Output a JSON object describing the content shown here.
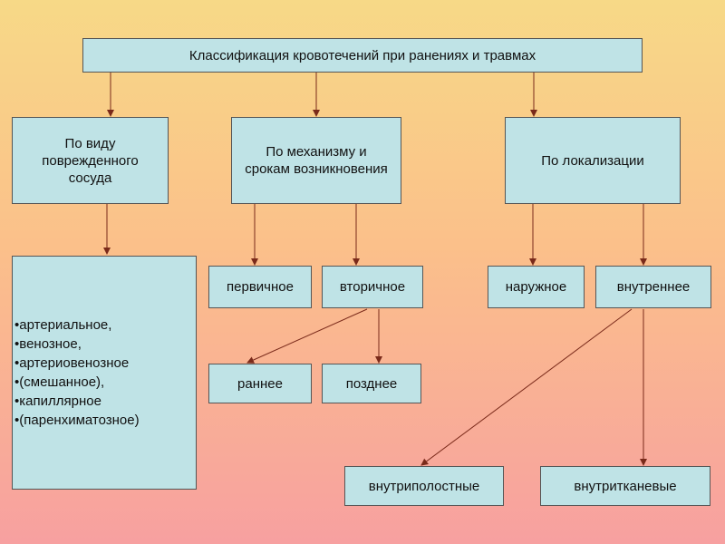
{
  "diagram": {
    "title": "Классификация кровотечений при ранениях и травмах",
    "categories": [
      "По виду поврежденного сосуда",
      "По механизму и срокам возникновения",
      "По локализации"
    ],
    "vessel_types": [
      "артериальное,",
      "венозное,",
      "артериовенозное",
      "(смешанное),",
      "капиллярное",
      "(паренхиматозное)"
    ],
    "mechanism": {
      "primary": "первичное",
      "secondary": "вторичное",
      "early": "раннее",
      "late": "позднее"
    },
    "localization": {
      "external": "наружное",
      "internal": "внутреннее",
      "intracavitary": "внутриполостные",
      "intratissue": "внутритканевые"
    },
    "colors": {
      "box_fill": "#bfe3e6",
      "border": "#555555",
      "arrow": "#7a2a1a"
    }
  }
}
